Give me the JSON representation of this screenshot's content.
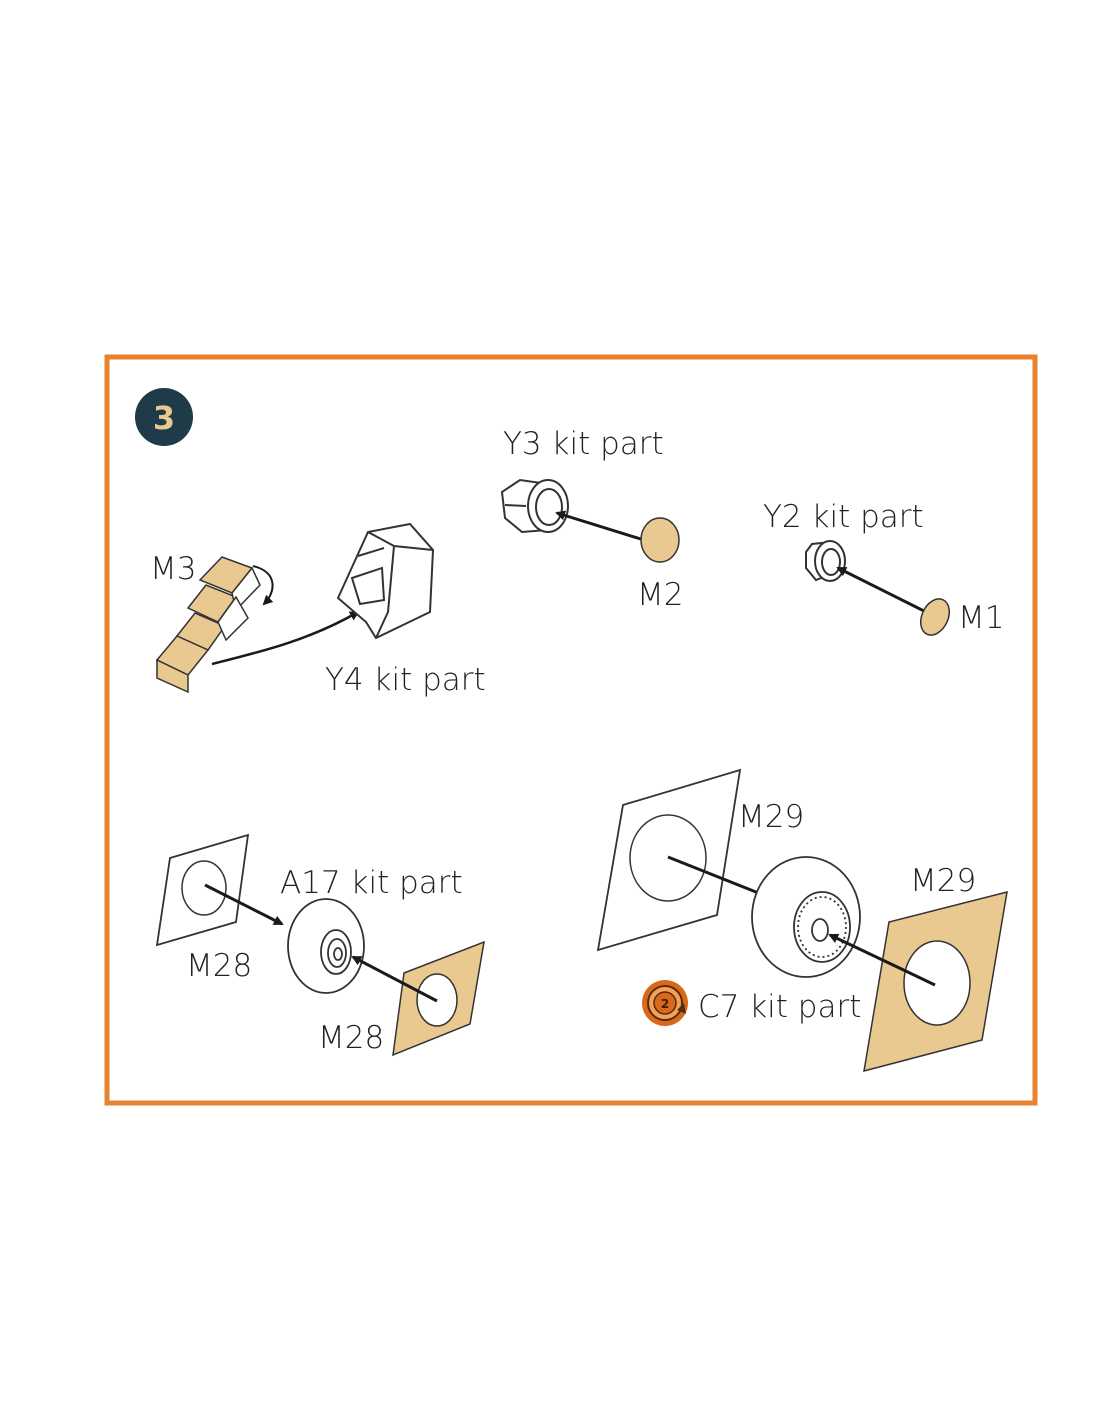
{
  "step": {
    "number": "3"
  },
  "labels": {
    "y3": "Y3 kit part",
    "y2": "Y2 kit part",
    "m3": "M3",
    "m2": "M2",
    "m1": "M1",
    "y4": "Y4 kit part",
    "a17": "A17 kit part",
    "m28_left": "M28",
    "m28_bottom": "M28",
    "m29_top": "M29",
    "m29_right": "M29",
    "c7": "C7 kit part",
    "c7_badge": "2"
  },
  "colors": {
    "frame": "#e8822e",
    "badge_bg": "#1f3a48",
    "badge_text": "#e9c98f",
    "part_fill": "#e9c98f",
    "line": "#333333",
    "arrow": "#1a1a1a",
    "ref_badge": "#d9691a"
  },
  "icons": {
    "step_badge": "step-number-badge",
    "c7_ref": "refer-step-icon"
  }
}
